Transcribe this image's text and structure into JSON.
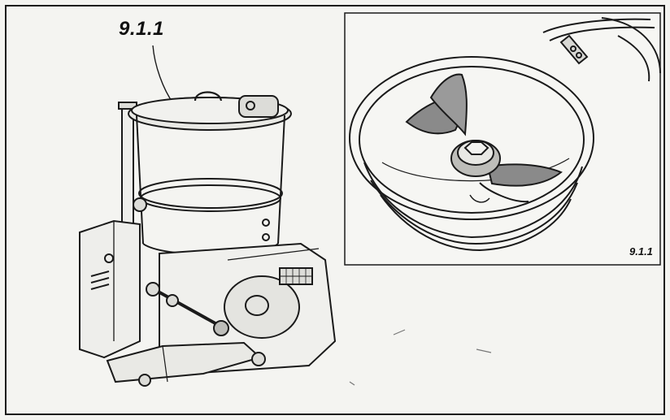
{
  "figure": {
    "main_callout": "9.1.1",
    "inset_label": "9.1.1",
    "icons": [
      "mixer-machine-illustration",
      "bowl-blade-detail-illustration"
    ],
    "colors": {
      "ink": "#1a1a1a",
      "paper": "#f4f4f1",
      "shade": "#8a8a8a"
    }
  }
}
